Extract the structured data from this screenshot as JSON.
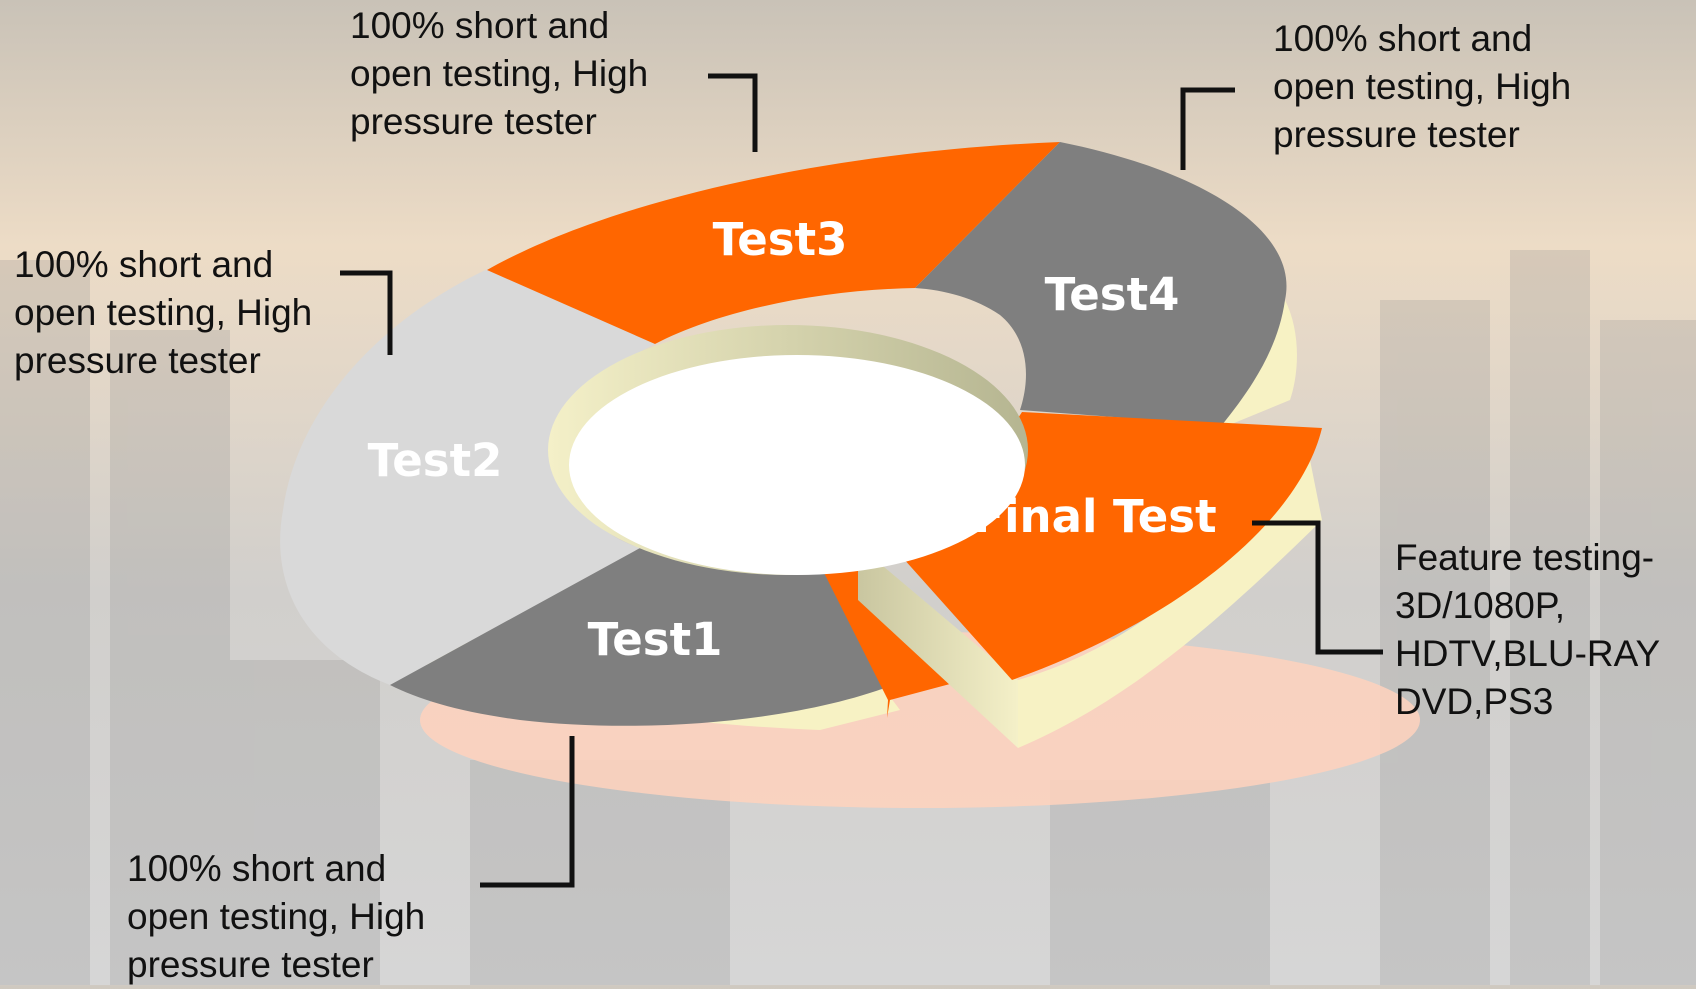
{
  "diagram": {
    "segments": [
      {
        "label": "Test1",
        "color": "#7f7f7f"
      },
      {
        "label": "Test2",
        "color": "#d9d9d9"
      },
      {
        "label": "Test3",
        "color": "#ff6600"
      },
      {
        "label": "Test4",
        "color": "#7f7f7f"
      },
      {
        "label": "Final Test",
        "color": "#ff6600"
      }
    ],
    "callouts": {
      "test1": [
        "100% short and",
        "open testing, High",
        "pressure tester"
      ],
      "test2": [
        "100% short and",
        "open testing, High",
        "pressure tester"
      ],
      "test3": [
        "100% short and",
        "open testing, High",
        "pressure tester"
      ],
      "test4": [
        "100% short and",
        "open testing, High",
        "pressure tester"
      ],
      "final": [
        "Feature testing-",
        "3D/1080P,",
        "HDTV,BLU-RAY",
        "DVD,PS3"
      ]
    }
  },
  "colors": {
    "orange": "#ff6600",
    "dark_gray": "#7f7f7f",
    "light_gray": "#d9d9d9",
    "side_cream": "#f7f2c4",
    "shadow_peach": "#ffd2bd"
  }
}
